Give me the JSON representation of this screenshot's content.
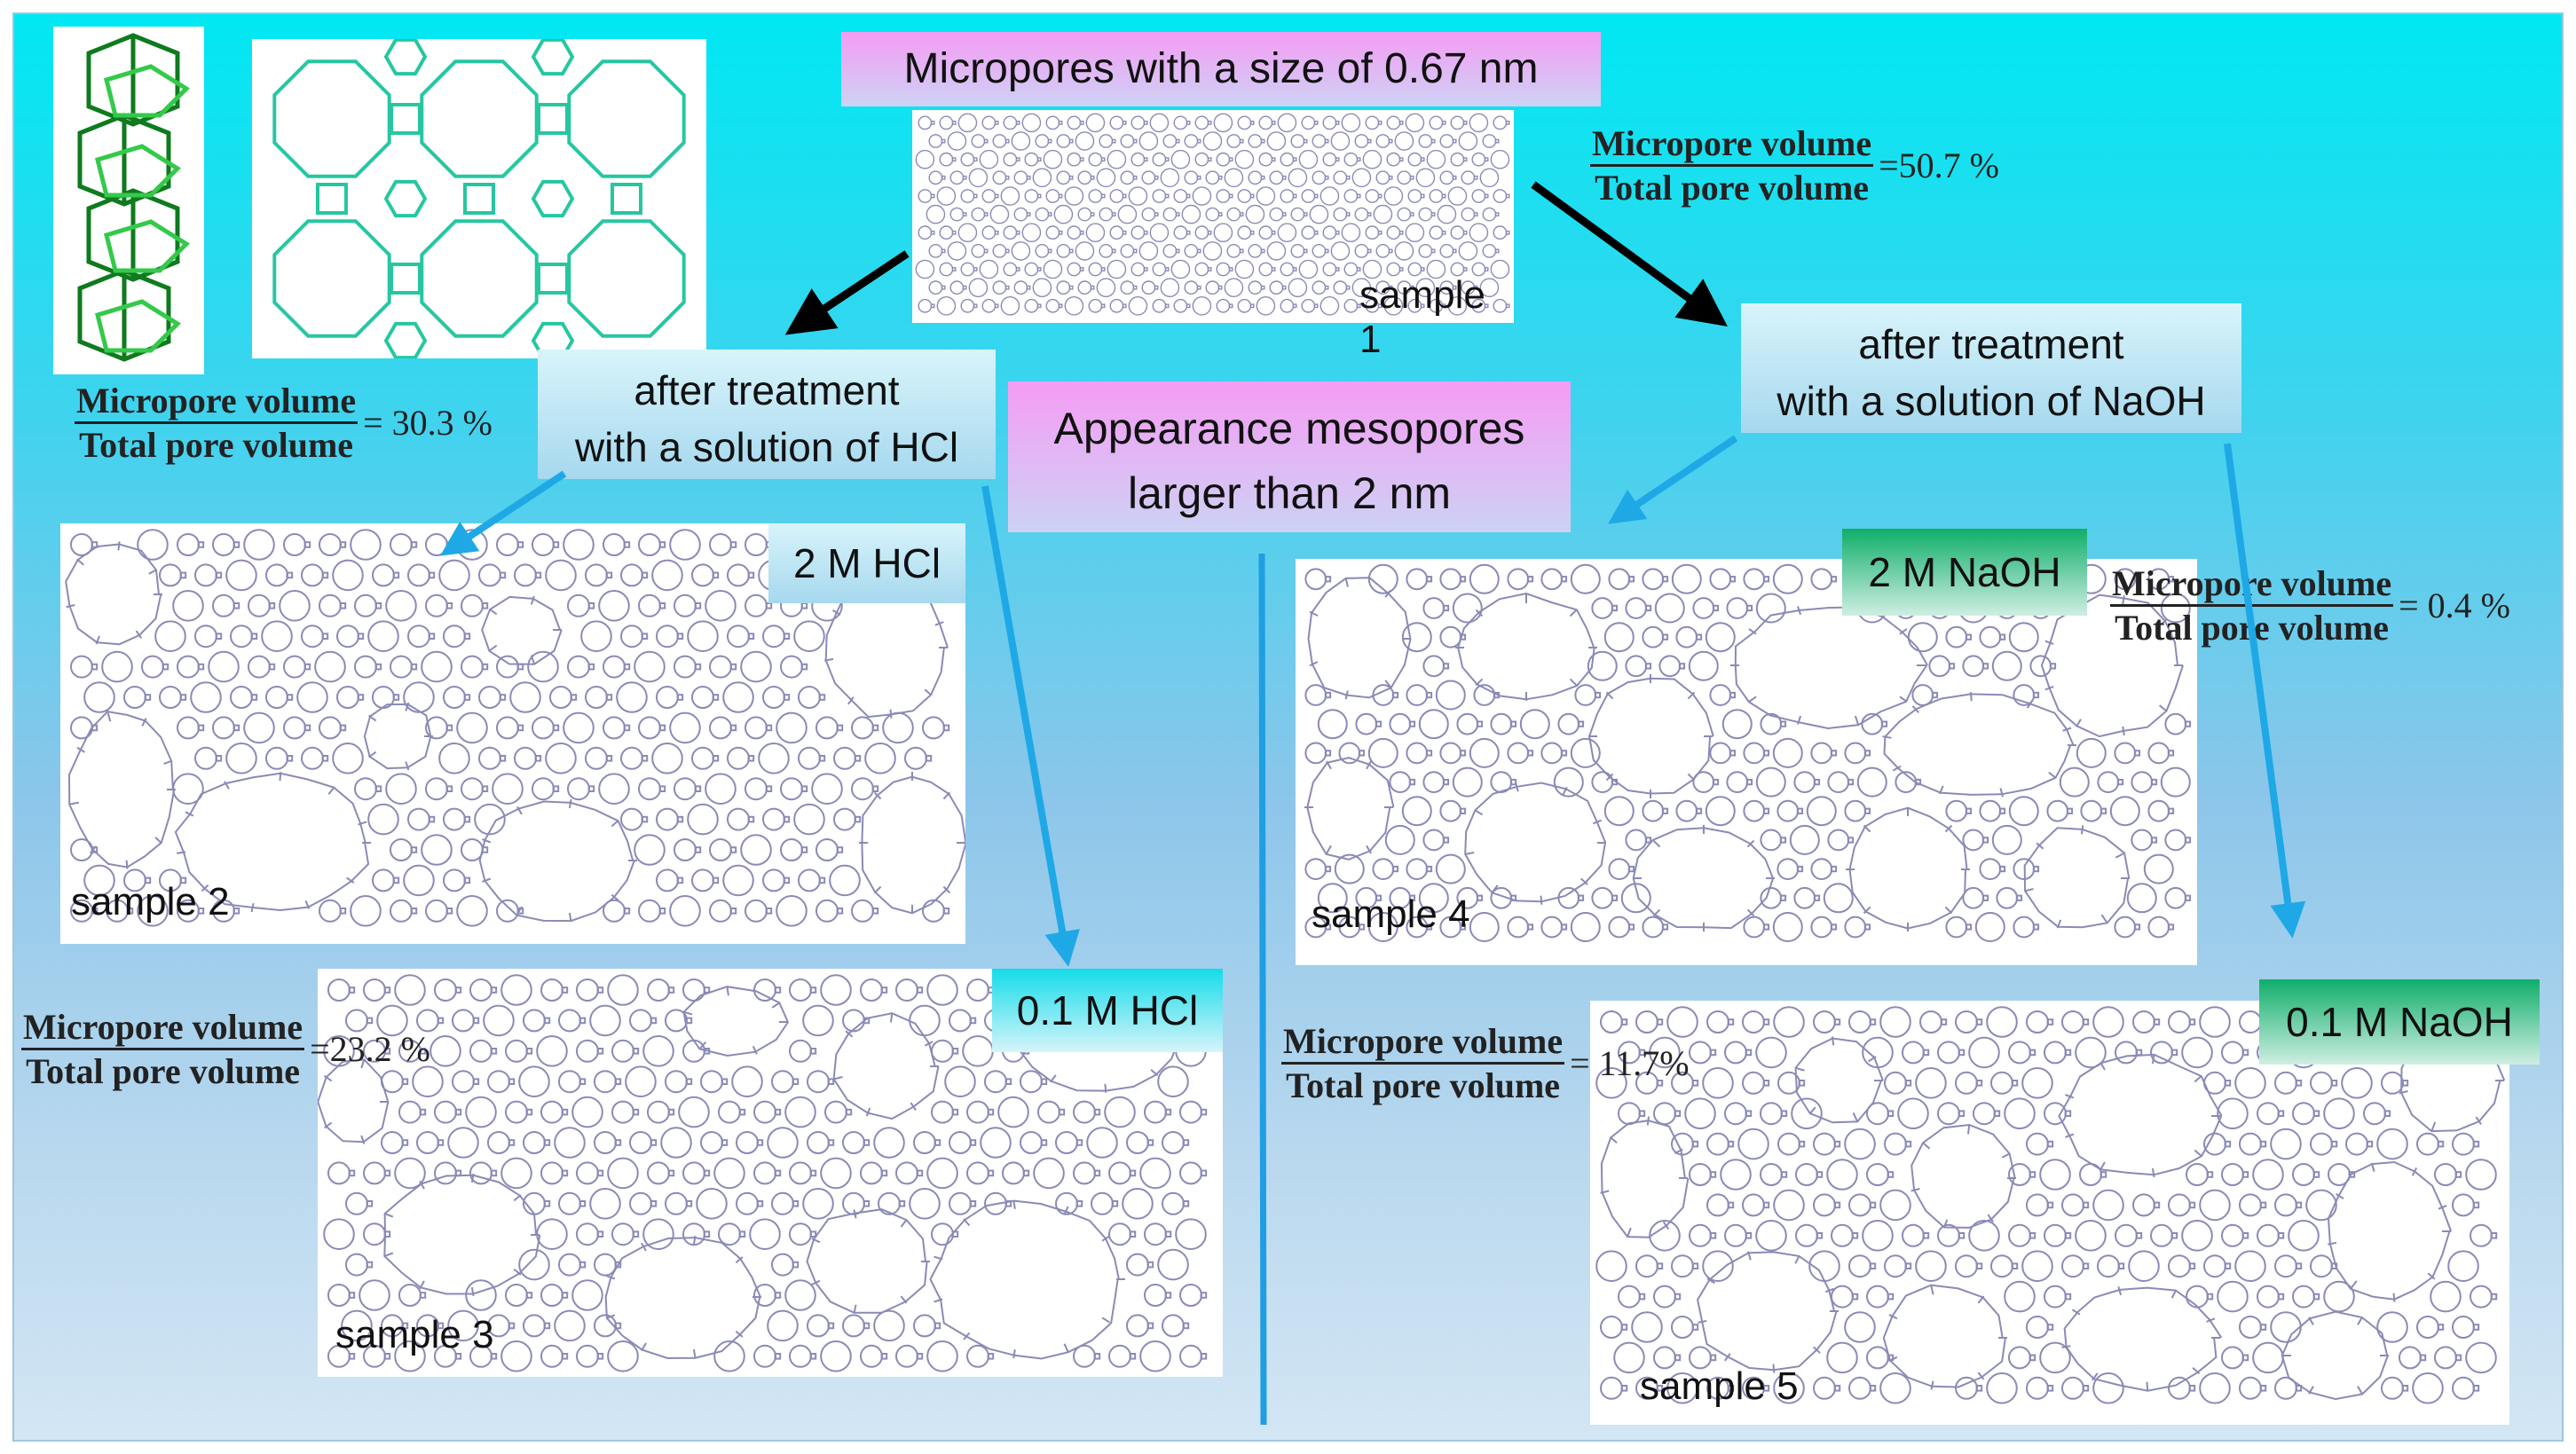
{
  "labels": {
    "top": "Micropores with a size of 0.67 nm",
    "hcl_line1": "after treatment",
    "hcl_line2": "with a solution of HCl",
    "naoh_line1": "after treatment",
    "naoh_line2": "with a solution of NaOH",
    "meso_line1": "Appearance mesopores",
    "meso_line2": "larger than 2 nm",
    "hcl2": "2 M HCl",
    "hcl01": "0.1 M HCl",
    "naoh2": "2 M NaOH",
    "naoh01": "0.1 M NaOH"
  },
  "samples": {
    "s1": "sample 1",
    "s2": "sample 2",
    "s3": "sample 3",
    "s4": "sample 4",
    "s5": "sample 5"
  },
  "ratio": {
    "numerator": "Micropore volume",
    "denominator": "Total pore volume",
    "s1": "=50.7 %",
    "hcl": "= 30.3 %",
    "s3": "=23.2 %",
    "naoh": "= 0.4 %",
    "s5": "= 11.7%"
  },
  "colors": {
    "framework": "#8a8ab6",
    "zeolite_dark": "#0f7a1e",
    "zeolite_light": "#26c7a0",
    "arrow_black": "#000000",
    "arrow_blue": "#1fa8e6"
  }
}
